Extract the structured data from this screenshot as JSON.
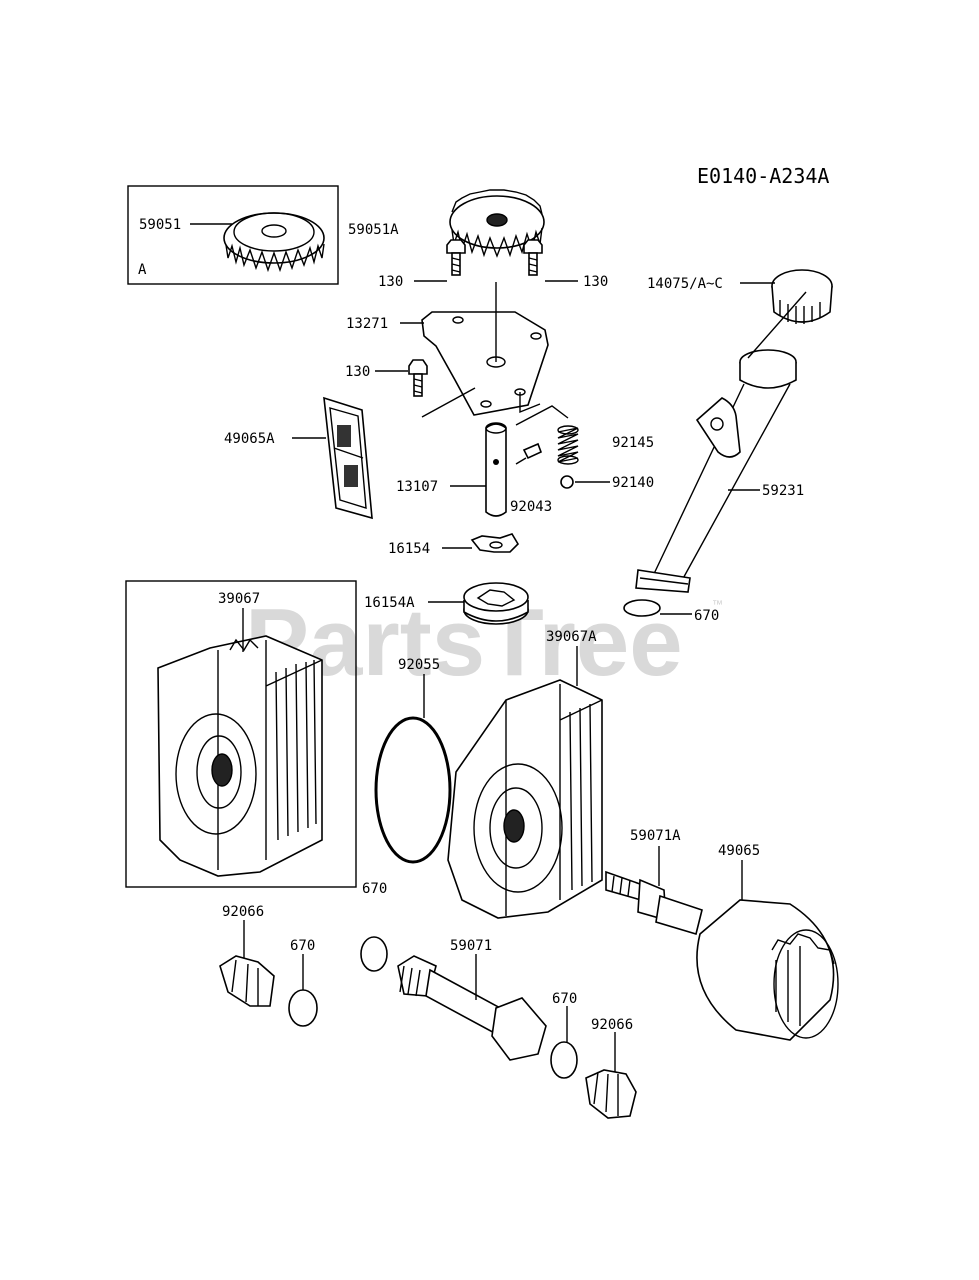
{
  "diagram": {
    "reference_code": "E0140-A234A",
    "watermark": "PartsTree",
    "watermark_mark": "™",
    "box_a_letter": "A",
    "labels": {
      "p59051": "59051",
      "p59051A": "59051A",
      "p130_left": "130",
      "p130_right": "130",
      "p130_mid": "130",
      "p13271": "13271",
      "p14075": "14075/A~C",
      "p49065A": "49065A",
      "p92145": "92145",
      "p13107": "13107",
      "p92140": "92140",
      "p92043": "92043",
      "p59231": "59231",
      "p16154": "16154",
      "p16154A": "16154A",
      "p39067": "39067",
      "p670_top": "670",
      "p39067A": "39067A",
      "p92055": "92055",
      "p59071A": "59071A",
      "p49065": "49065",
      "p670_mid": "670",
      "p92066_left": "92066",
      "p670_left": "670",
      "p59071": "59071",
      "p670_right": "670",
      "p92066_right": "92066"
    }
  }
}
